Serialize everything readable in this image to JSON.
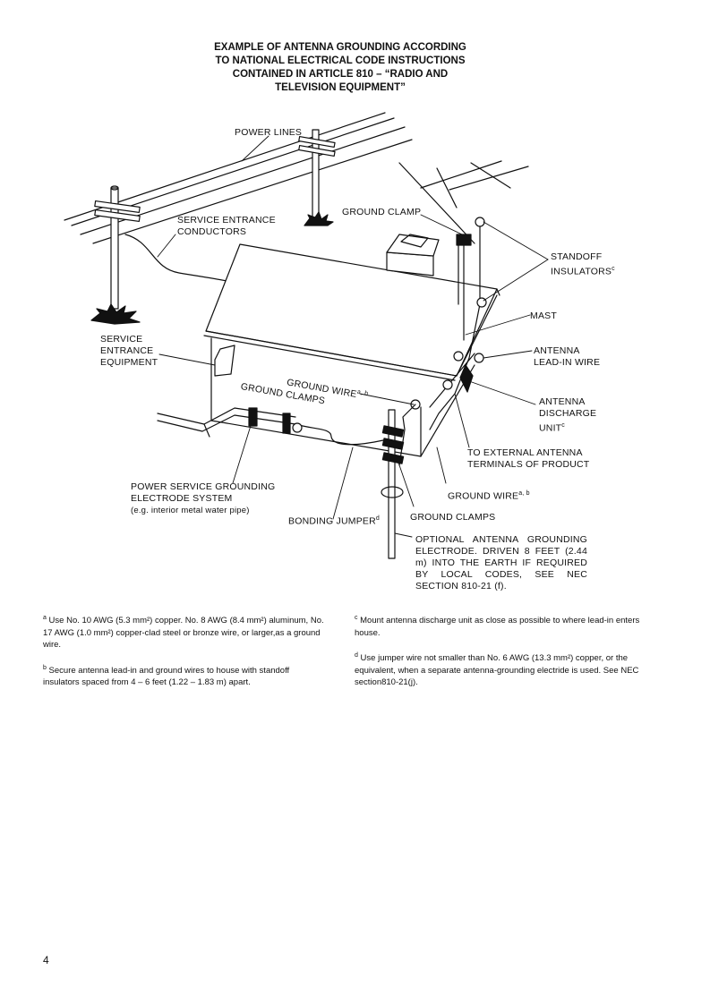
{
  "title": {
    "line1": "EXAMPLE OF ANTENNA GROUNDING ACCORDING",
    "line2": "TO NATIONAL ELECTRICAL CODE INSTRUCTIONS",
    "line3": "CONTAINED IN ARTICLE 810 – “RADIO AND",
    "line4": "TELEVISION EQUIPMENT”"
  },
  "labels": {
    "power_lines": "POWER LINES",
    "service_entrance_conductors_1": "SERVICE ENTRANCE",
    "service_entrance_conductors_2": "CONDUCTORS",
    "ground_clamp": "GROUND CLAMP",
    "standoff_1": "STANDOFF",
    "standoff_2": "INSULATORS",
    "standoff_sup": "c",
    "mast": "MAST",
    "antenna_leadin_1": "ANTENNA",
    "antenna_leadin_2": "LEAD-IN WIRE",
    "service_equipment_1": "SERVICE",
    "service_equipment_2": "ENTRANCE",
    "service_equipment_3": "EQUIPMENT",
    "ground_wire_upper": "GROUND WIRE",
    "ground_wire_upper_sup": "a, b",
    "ground_clamps_left": "GROUND CLAMPS",
    "antenna_discharge_1": "ANTENNA",
    "antenna_discharge_2": "DISCHARGE",
    "antenna_discharge_3": "UNIT",
    "antenna_discharge_sup": "c",
    "external_terminals_1": "TO EXTERNAL ANTENNA",
    "external_terminals_2": "TERMINALS OF PRODUCT",
    "power_service_1": "POWER SERVICE GROUNDING",
    "power_service_2": "ELECTRODE SYSTEM",
    "power_service_3": "(e.g. interior metal water pipe)",
    "ground_wire_lower": "GROUND WIRE",
    "ground_wire_lower_sup": "a, b",
    "bonding_jumper": "BONDING JUMPER",
    "bonding_jumper_sup": "d",
    "ground_clamps_bottom": "GROUND CLAMPS",
    "optional_electrode": "OPTIONAL ANTENNA GROUNDING ELECTRODE. DRIVEN 8 FEET (2.44 m) INTO THE EARTH IF REQUIRED BY LOCAL CODES, SEE NEC SECTION 810-21 (f)."
  },
  "notes": {
    "a_mark": "a",
    "a_text": "Use No. 10 AWG (5.3 mm²) copper. No. 8 AWG (8.4 mm²) aluminum, No. 17 AWG (1.0 mm²) copper-clad steel or bronze wire, or larger,as a ground wire.",
    "b_mark": "b",
    "b_text": "Secure antenna lead-in and ground wires to house with standoff insulators spaced from 4 – 6 feet (1.22 – 1.83 m) apart.",
    "c_mark": "c",
    "c_text": "Mount antenna discharge unit as close as possible to where lead-in enters house.",
    "d_mark": "d",
    "d_text": "Use jumper wire not smaller than No. 6 AWG (13.3 mm²) copper, or the equivalent, when a separate antenna-grounding electride is used. See NEC section810-21(j)."
  },
  "page_number": "4"
}
